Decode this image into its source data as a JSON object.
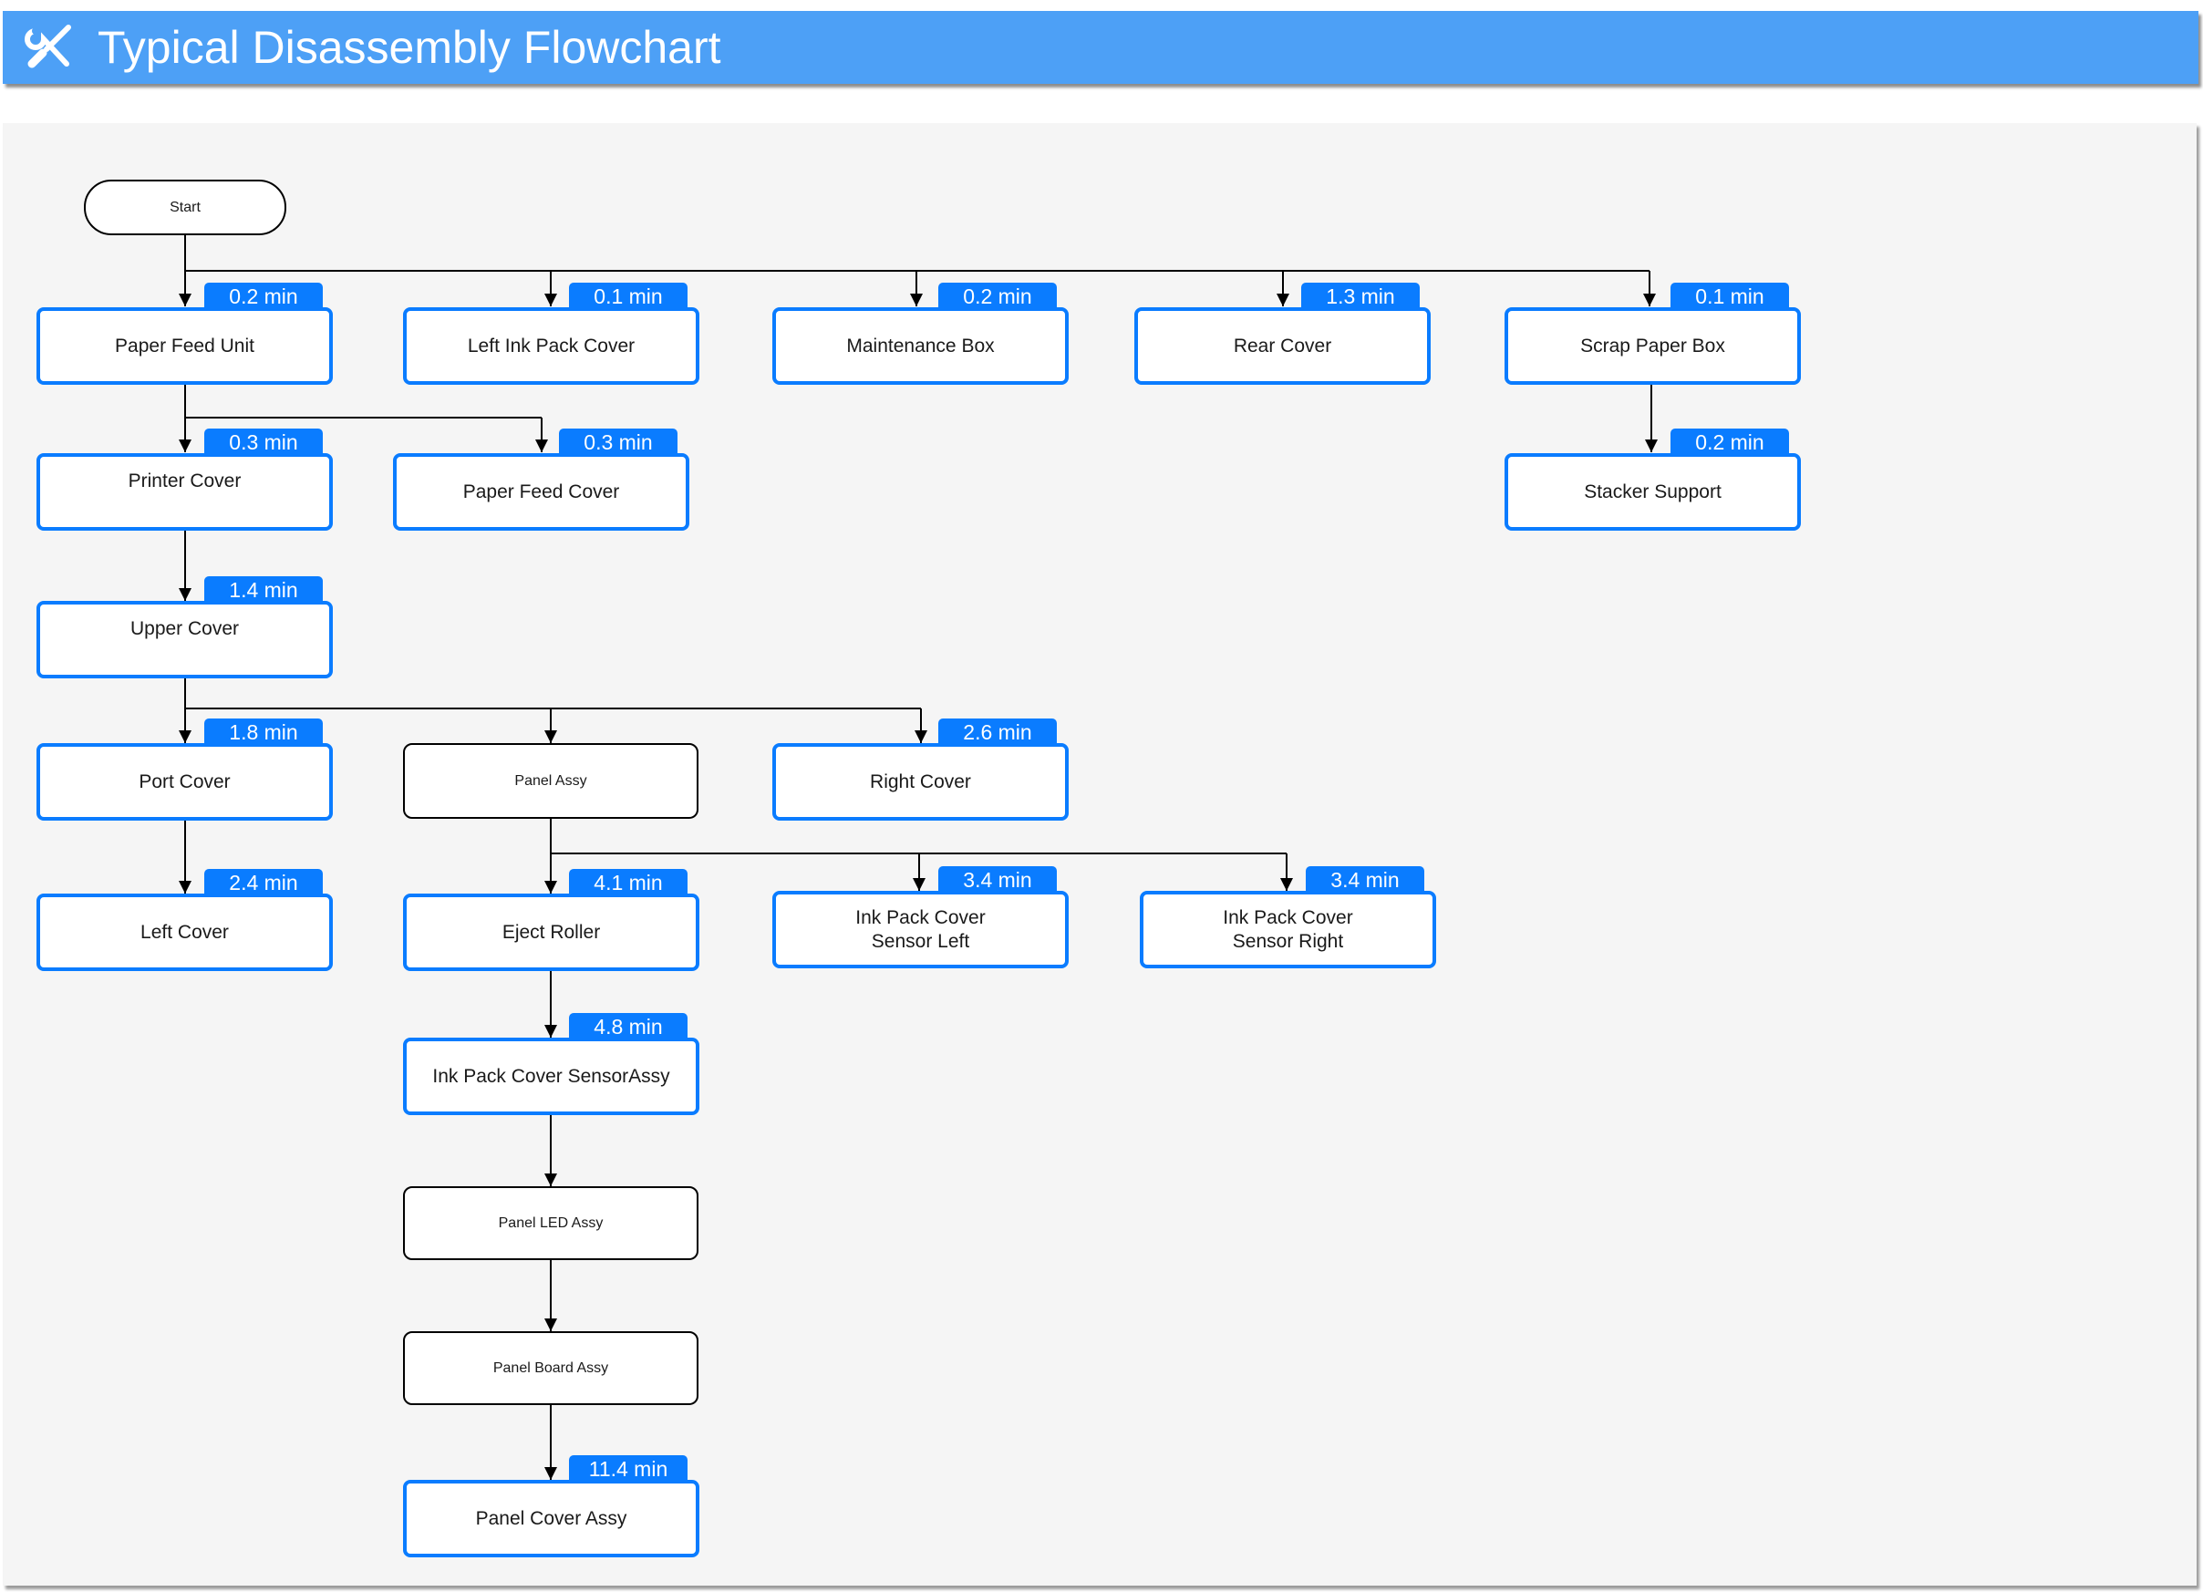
{
  "header": {
    "title": "Typical Disassembly Flowchart",
    "icon": "wrench-screwdriver-icon",
    "background": "#4da0f6"
  },
  "colors": {
    "accent": "#0a7cff",
    "canvas": "#f5f5f5",
    "edge": "#000000"
  },
  "nodes": {
    "start": {
      "label": "Start"
    },
    "paper_feed_unit": {
      "label": "Paper Feed Unit",
      "time": "0.2 min"
    },
    "left_ink_pack_cover": {
      "label": "Left Ink Pack Cover",
      "time": "0.1 min"
    },
    "maintenance_box": {
      "label": "Maintenance Box",
      "time": "0.2 min"
    },
    "rear_cover": {
      "label": "Rear Cover",
      "time": "1.3 min"
    },
    "scrap_paper_box": {
      "label": "Scrap Paper Box",
      "time": "0.1 min"
    },
    "printer_cover": {
      "label": "Printer Cover",
      "time": "0.3 min"
    },
    "paper_feed_cover": {
      "label": "Paper Feed Cover",
      "time": "0.3 min"
    },
    "stacker_support": {
      "label": "Stacker Support",
      "time": "0.2 min"
    },
    "upper_cover": {
      "label": "Upper Cover",
      "time": "1.4 min"
    },
    "port_cover": {
      "label": "Port Cover",
      "time": "1.8 min"
    },
    "panel_assy": {
      "label": "Panel Assy"
    },
    "right_cover": {
      "label": "Right Cover",
      "time": "2.6 min"
    },
    "left_cover": {
      "label": "Left Cover",
      "time": "2.4 min"
    },
    "eject_roller": {
      "label": "Eject Roller",
      "time": "4.1 min"
    },
    "ink_pack_cover_sensor_left": {
      "label": "Ink Pack Cover\nSensor Left",
      "time": "3.4 min"
    },
    "ink_pack_cover_sensor_right": {
      "label": "Ink Pack Cover\nSensor Right",
      "time": "3.4 min"
    },
    "ink_pack_cover_sensorassy": {
      "label": "Ink Pack Cover SensorAssy",
      "time": "4.8 min"
    },
    "panel_led_assy": {
      "label": "Panel LED Assy"
    },
    "panel_board_assy": {
      "label": "Panel Board Assy"
    },
    "panel_cover_assy": {
      "label": "Panel Cover Assy",
      "time": "11.4 min"
    }
  }
}
